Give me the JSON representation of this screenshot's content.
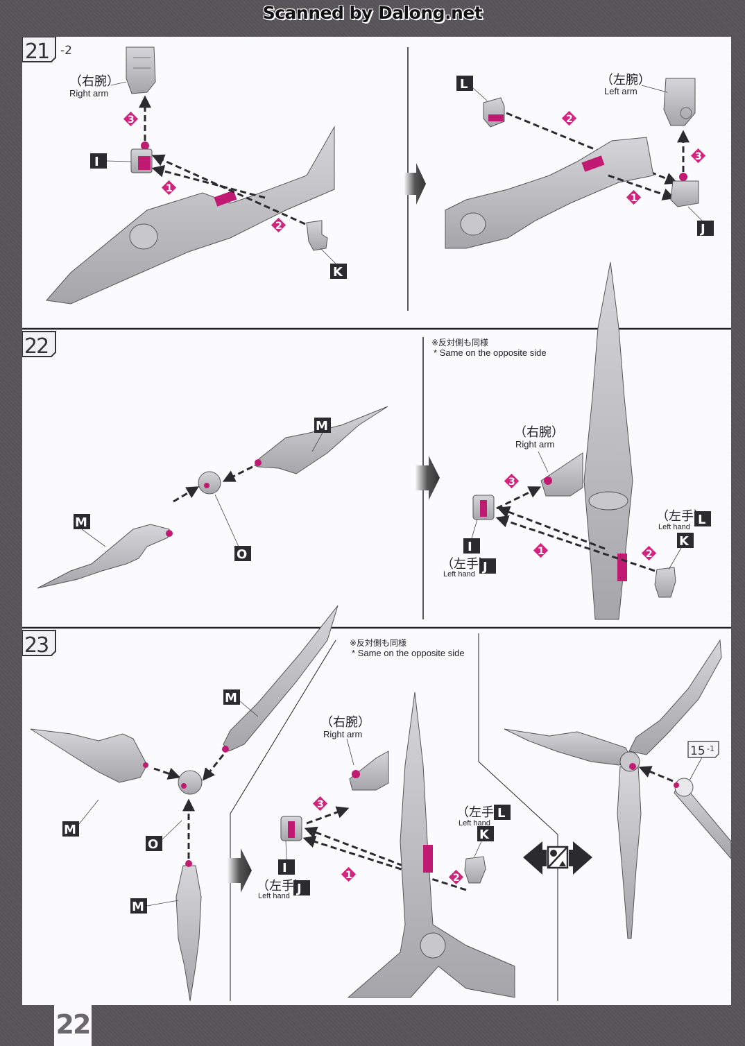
{
  "watermark": "Scanned by Dalong.net",
  "page_number": "22",
  "colors": {
    "accent_magenta": "#d2237f",
    "label_bg": "#2b2a2d",
    "part_gray": "#b8b8bc",
    "frame_bg": "#57545a",
    "sheet_bg": "#fbfbfd"
  },
  "steps": [
    {
      "id": "21-2",
      "number": "21",
      "sub": "-2",
      "panels": [
        {
          "callouts": [
            {
              "jp": "（右腕）",
              "en": "Right arm"
            }
          ],
          "parts": [
            "I",
            "K"
          ],
          "order_markers": [
            "3",
            "1",
            "2"
          ]
        },
        {
          "callouts": [
            {
              "jp": "（左腕）",
              "en": "Left arm"
            }
          ],
          "parts": [
            "L",
            "J"
          ],
          "order_markers": [
            "2",
            "3",
            "1"
          ]
        }
      ]
    },
    {
      "id": "22",
      "number": "22",
      "panels": [
        {
          "parts": [
            "M",
            "M",
            "O"
          ]
        },
        {
          "note": {
            "jp": "※反対側も同様",
            "en": "* Same on the opposite side"
          },
          "callouts": [
            {
              "jp": "（右腕）",
              "en": "Right arm"
            },
            {
              "jp": "（左手）",
              "en": "Left hand",
              "part": "L"
            },
            {
              "jp": "（左手）",
              "en": "Left hand",
              "part": "J"
            }
          ],
          "parts": [
            "I",
            "K"
          ],
          "order_markers": [
            "3",
            "1",
            "2"
          ]
        }
      ]
    },
    {
      "id": "23",
      "number": "23",
      "panels": [
        {
          "parts": [
            "M",
            "M",
            "O",
            "M"
          ]
        },
        {
          "note": {
            "jp": "※反対側も同様",
            "en": "* Same on the opposite side"
          },
          "callouts": [
            {
              "jp": "（右腕）",
              "en": "Right arm"
            },
            {
              "jp": "（左手）",
              "en": "Left hand",
              "part": "L"
            },
            {
              "jp": "（左手）",
              "en": "Left hand",
              "part": "J"
            }
          ],
          "parts": [
            "I",
            "K"
          ],
          "order_markers": [
            "3",
            "1",
            "2"
          ]
        },
        {
          "ref_step": "15",
          "ref_sub": "-1",
          "swap_icon": "circle-triangle-swap-icon"
        }
      ]
    }
  ]
}
